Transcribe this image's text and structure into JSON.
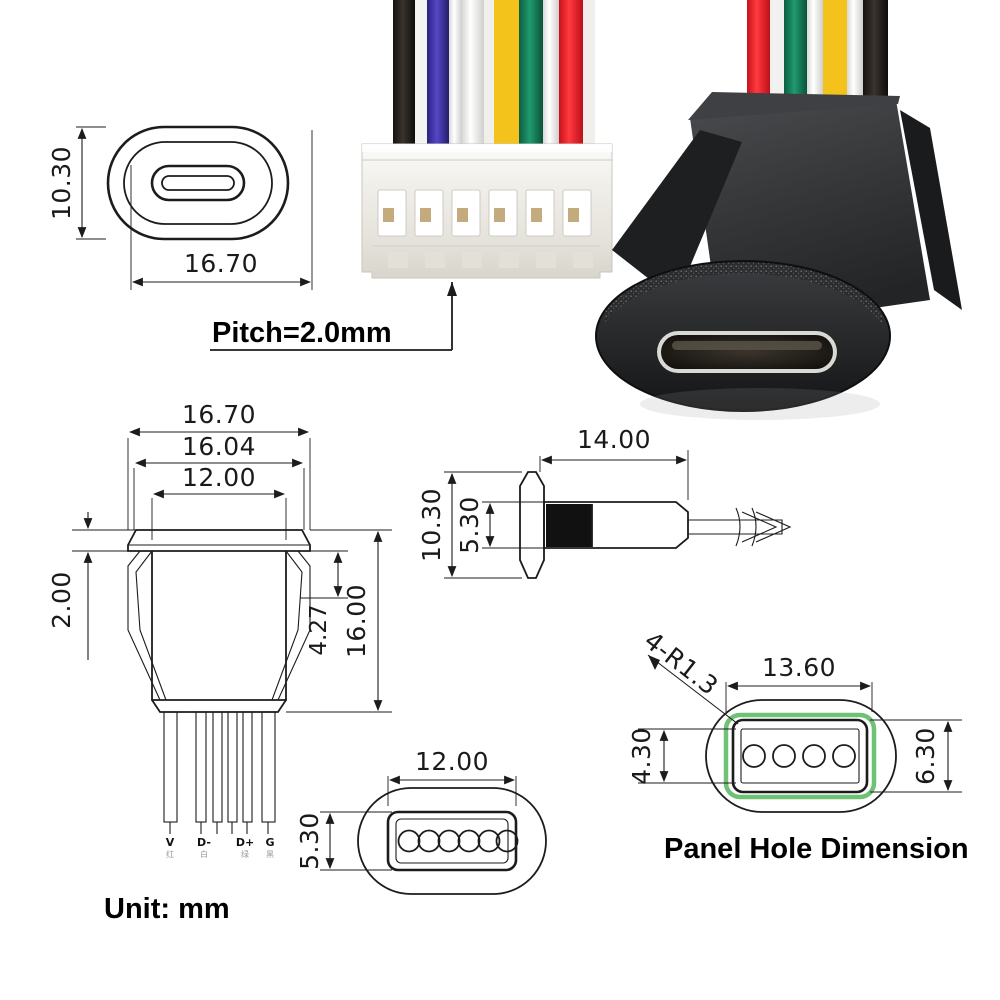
{
  "document": {
    "kind": "product-technical-drawing",
    "unit_note": "Unit: mm",
    "pitch_note": "Pitch=2.0mm",
    "panel_hole_title": "Panel Hole Dimension"
  },
  "colors": {
    "line": "#1c1c1c",
    "green_highlight": "#6fc176",
    "connector_body_black": "#2e2f31",
    "connector_body_white": "#f2f1ee",
    "wire_black": "#2b2724",
    "wire_blue": "#3b2f9e",
    "wire_white": "#f4f4f4",
    "wire_yellow": "#f5c11a",
    "wire_green": "#17815c",
    "wire_red": "#e8232a"
  },
  "views": {
    "front_face_oval": {
      "name": "USB-C face oval view",
      "width_label": "16.70",
      "height_label": "10.30"
    },
    "front_body": {
      "name": "Front body view",
      "outer_width_label": "16.70",
      "flange_width_label": "16.04",
      "body_width_label": "12.00",
      "flange_thickness_label": "2.00",
      "total_height_label": "16.00",
      "shoulder_label": "4.27",
      "pins": [
        {
          "label": "V",
          "sub": "红"
        },
        {
          "label": "D-",
          "sub": "白"
        },
        {
          "label": "D+",
          "sub": "绿"
        },
        {
          "label": "G",
          "sub": "黑"
        }
      ]
    },
    "side_view": {
      "name": "Side section view",
      "length_label": "14.00",
      "flange_height_label": "10.30",
      "barrel_height_label": "5.30"
    },
    "bottom_view": {
      "name": "Bottom contact view",
      "width_label": "12.00",
      "height_label": "5.30",
      "contact_count": 6
    },
    "panel_hole": {
      "name": "Panel hole view",
      "width_label": "13.60",
      "height_label": "6.30",
      "offset_label": "4.30",
      "corner_radius_label": "4-R1.3",
      "hole_count": 4
    }
  },
  "photos": {
    "white_connector": {
      "name": "6-pin white JST housing with ribbon wires",
      "pin_count": 6,
      "wire_colors": [
        "wire_black",
        "wire_blue",
        "wire_white",
        "wire_yellow",
        "wire_green",
        "wire_white",
        "wire_red"
      ]
    },
    "black_connector": {
      "name": "Black panel-mount USB-C receptacle with wires",
      "wire_colors": [
        "wire_red",
        "wire_white",
        "wire_green",
        "wire_yellow",
        "wire_white",
        "wire_black"
      ]
    }
  }
}
